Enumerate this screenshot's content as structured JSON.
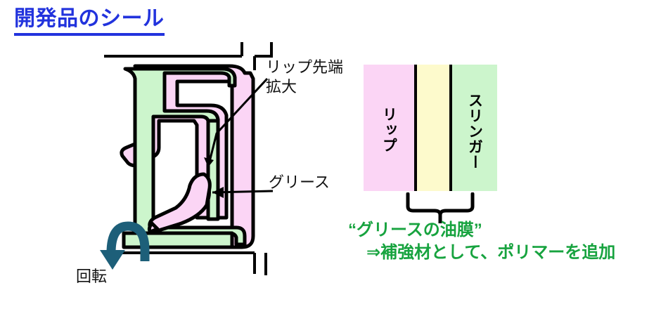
{
  "title": "開発品のシール",
  "diagram": {
    "callouts": {
      "lip_tip_line1": "リップ先端",
      "lip_tip_line2": "拡大",
      "grease": "グリース",
      "rotation": "回転"
    },
    "rotation_arrow": "curved-rotation-arrow-icon",
    "grease_blob": "grease-wedge-icon",
    "leader_lip_tip": "leader-line-lip-tip",
    "leader_grease": "leader-line-grease"
  },
  "panel": {
    "bands": [
      {
        "name": "lip",
        "label": "リップ",
        "color": "#fbd5f5"
      },
      {
        "name": "grease",
        "label": "",
        "color": "#fdfacc"
      },
      {
        "name": "slinger",
        "label": "スリンガー",
        "color": "#ccf5cc"
      }
    ],
    "brace": "curly-brace-down-icon"
  },
  "conclusion": {
    "line1": "“グリースの油膜”",
    "line2": "⇒補強材として、ポリマーを追加"
  },
  "colors": {
    "title_blue": "#2233dd",
    "accent_green": "#17a33f",
    "pink": "#fbd5f5",
    "yellow": "#fdfacc",
    "green": "#ccf5cc",
    "arrow_teal": "#1d5f79"
  }
}
